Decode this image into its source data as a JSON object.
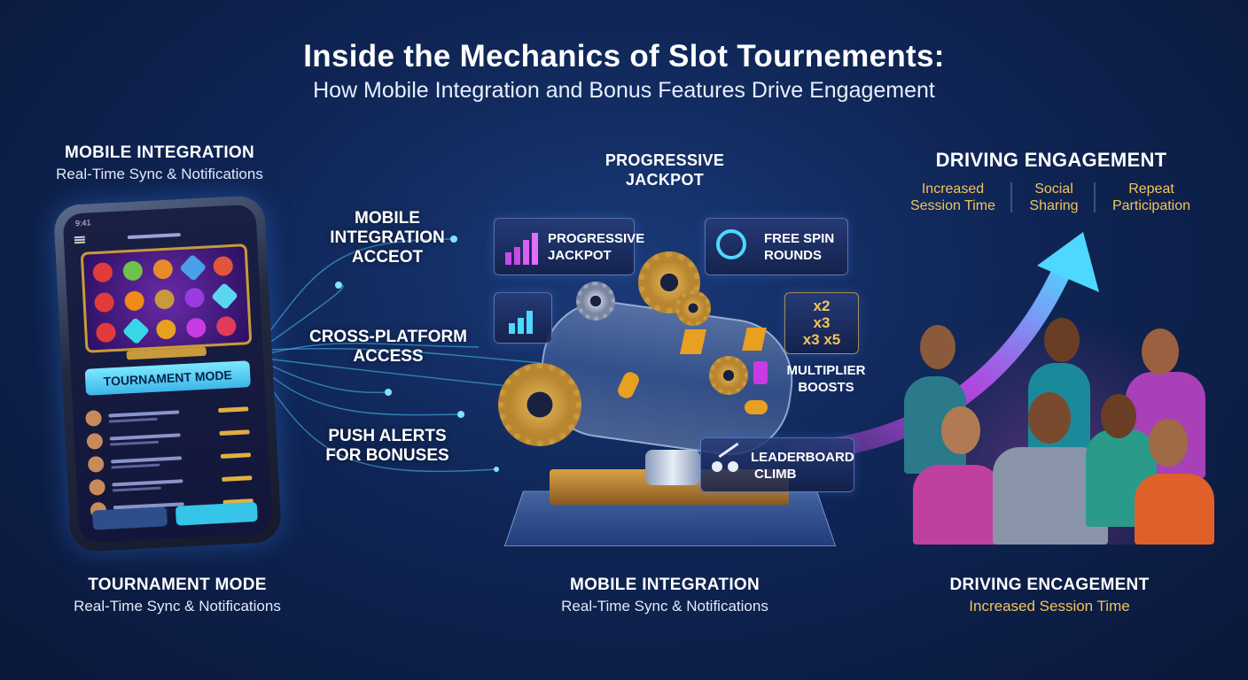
{
  "header": {
    "title": "Inside the Mechanics of Slot Tournements:",
    "subtitle": "How Mobile Integration and Bonus Features Drive Engagement"
  },
  "top_left": {
    "heading": "MOBILE INTEGRATION",
    "sub": "Real-Time Sync & Notifications"
  },
  "top_center": {
    "heading_line1": "PROGRESSIVE",
    "heading_line2": "JACKPOT"
  },
  "top_right": {
    "heading": "DRIVING ENGAGEMENT",
    "metrics": [
      {
        "line1": "Increased",
        "line2": "Session Time"
      },
      {
        "line1": "Social",
        "line2": "Sharing"
      },
      {
        "line1": "Repeat",
        "line2": "Participation"
      }
    ]
  },
  "flow_labels": [
    {
      "line1": "MOBILE",
      "line2": "INTEGRATION",
      "line3": "ACCEOT"
    },
    {
      "line1": "CROSS-PLATFORM",
      "line2": "ACCESS"
    },
    {
      "line1": "PUSH ALERTS",
      "line2": "FOR BONUSES"
    }
  ],
  "phone": {
    "time": "9:41",
    "mode_button": "TOURNAMENT MODE"
  },
  "feature_cards": {
    "progressive": {
      "line1": "PROGRESSIVE",
      "line2": "JACKPOT",
      "icon": "bar-chart-arrow-icon"
    },
    "free_spin": {
      "line1": "FREE SPIN",
      "line2": "ROUNDS",
      "icon": "stopwatch-icon"
    },
    "multiplier": {
      "values": [
        "x2",
        "x3",
        "x3 x5"
      ],
      "label_line1": "MULTIPLIER",
      "label_line2": "BOOSTS"
    },
    "leaderboard": {
      "line1": "LEADERBOARD",
      "line2": "CLIMB",
      "icon": "people-arrow-icon"
    }
  },
  "bottom": {
    "left": {
      "heading": "TOURNAMENT MODE",
      "sub": "Real-Time Sync & Notifications"
    },
    "center": {
      "heading": "MOBILE INTEGRATION",
      "sub": "Real-Time Sync & Notifications"
    },
    "right": {
      "heading": "DRIVING ENCAGEMENT",
      "sub": "Increased Session Time"
    }
  },
  "colors": {
    "background": "#0f2555",
    "accent_gold": "#f4c35a",
    "accent_cyan": "#4ed8ff",
    "accent_magenta": "#d24ae0"
  }
}
